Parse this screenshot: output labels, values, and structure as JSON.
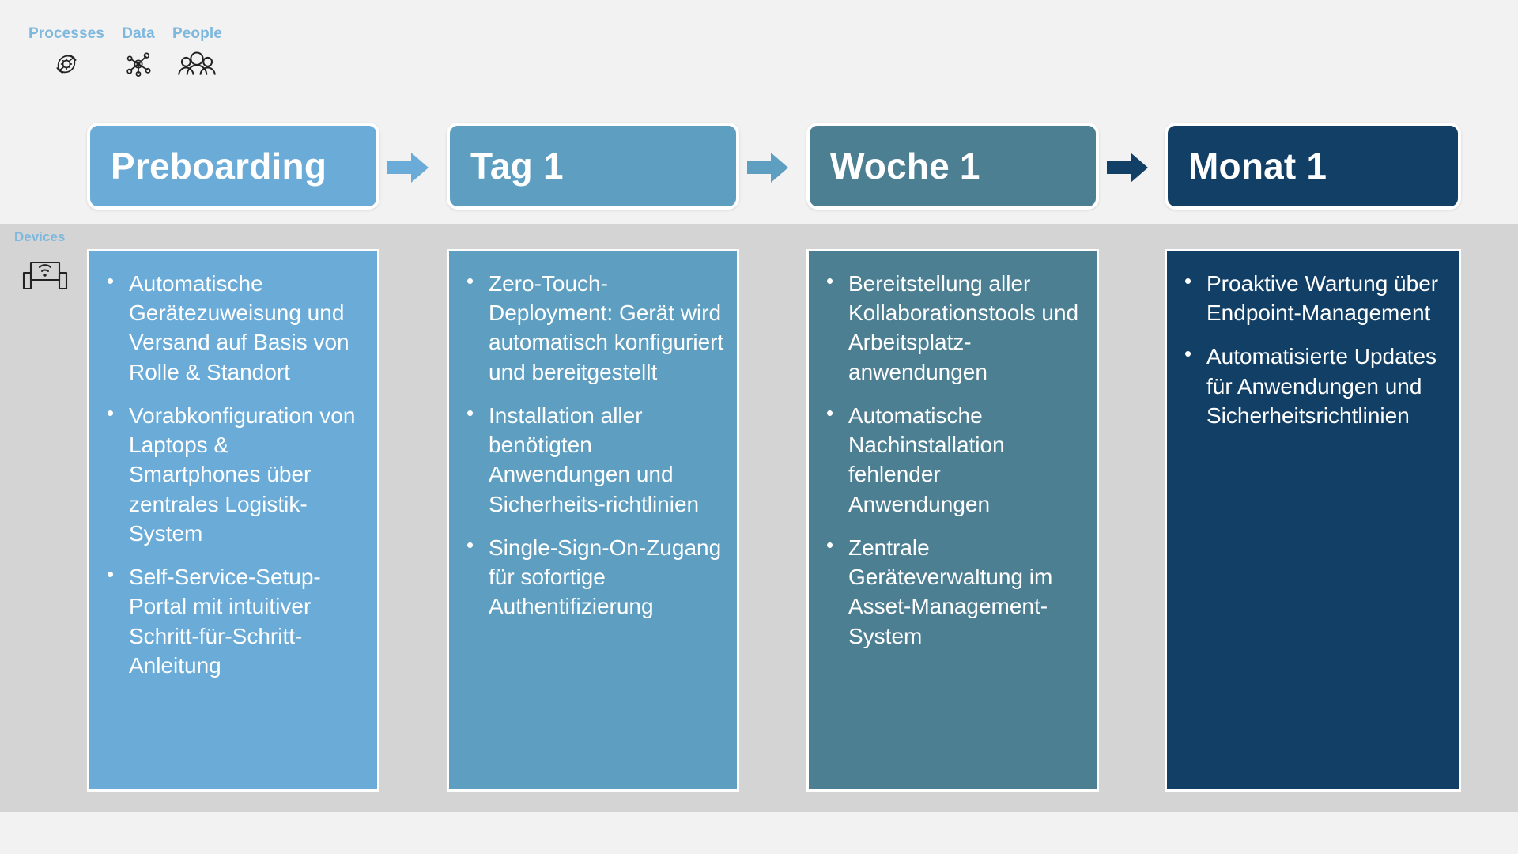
{
  "legend": {
    "items": [
      {
        "label": "Processes",
        "icon": "process-cycle-gear-icon"
      },
      {
        "label": "Data",
        "icon": "data-network-nodes-icon"
      },
      {
        "label": "People",
        "icon": "people-group-icon"
      }
    ],
    "label_color": "#7eb8dd"
  },
  "row": {
    "label": "Devices",
    "icon": "devices-wifi-monitor-icon",
    "label_color": "#7eb8dd"
  },
  "stages": [
    {
      "label": "Preboarding",
      "color": "#6aabd8"
    },
    {
      "label": "Tag 1",
      "color": "#5e9fc1"
    },
    {
      "label": "Woche 1",
      "color": "#4d7f93"
    },
    {
      "label": "Monat 1",
      "color": "#123f66"
    }
  ],
  "arrows": [
    {
      "name": "arrow-preboarding-to-tag1",
      "color": "#6aabd8"
    },
    {
      "name": "arrow-tag1-to-woche1",
      "color": "#5e9fc1"
    },
    {
      "name": "arrow-woche1-to-monat1",
      "color": "#123f66"
    }
  ],
  "columns": [
    {
      "stage": "Preboarding",
      "color": "#6aabd8",
      "bullets": [
        "Automatische Gerätezuweisung und Versand auf Basis von Rolle & Standort",
        "Vorabkonfiguration von Laptops & Smartphones über zentrales Logistik-System",
        "Self-Service-Setup-Portal mit intuitiver Schritt-für-Schritt-Anleitung"
      ]
    },
    {
      "stage": "Tag 1",
      "color": "#5e9fc1",
      "bullets": [
        "Zero-Touch-Deployment: Gerät wird automatisch konfiguriert und bereitgestellt",
        "Installation aller benötigten Anwendungen und Sicherheits-richtlinien",
        "Single-Sign-On-Zugang für sofortige Authentifizierung"
      ]
    },
    {
      "stage": "Woche 1",
      "color": "#4d7f93",
      "bullets": [
        "Bereitstellung aller Kollaborationstools und Arbeitsplatz-anwendungen",
        "Automatische Nachinstallation fehlender Anwendungen",
        "Zentrale Geräteverwaltung im Asset-Management-System"
      ]
    },
    {
      "stage": "Monat 1",
      "color": "#123f66",
      "bullets": [
        "Proaktive Wartung über Endpoint-Management",
        "Automatisierte Updates für Anwendungen und Sicherheitsrichtlinien"
      ]
    }
  ]
}
